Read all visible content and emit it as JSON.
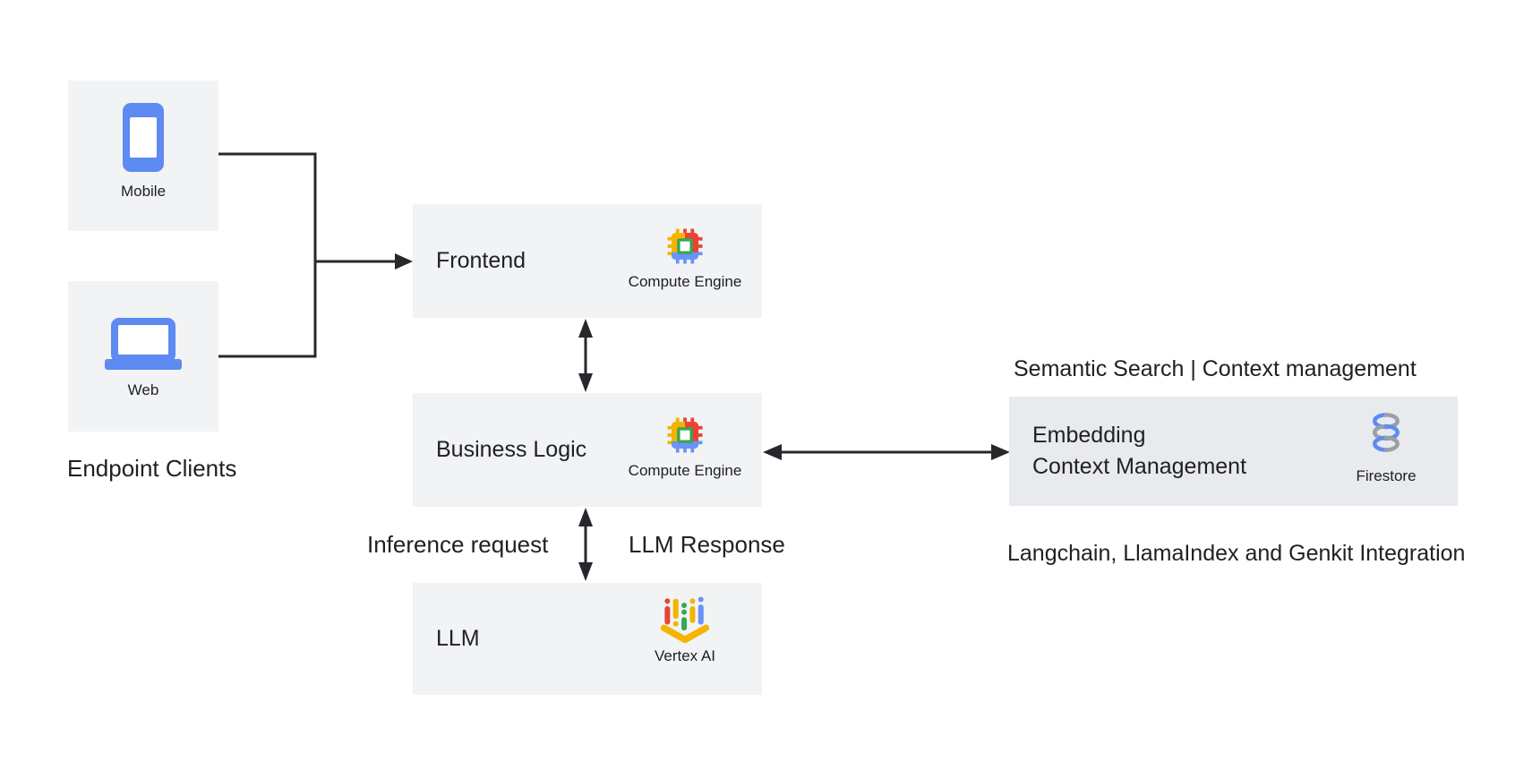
{
  "diagram": {
    "clients": {
      "group_label": "Endpoint Clients",
      "mobile_label": "Mobile",
      "web_label": "Web"
    },
    "nodes": {
      "frontend": {
        "title": "Frontend",
        "service": "Compute Engine"
      },
      "business": {
        "title": "Business Logic",
        "service": "Compute Engine"
      },
      "llm": {
        "title": "LLM",
        "service": "Vertex AI"
      },
      "embedding": {
        "title_line1": "Embedding",
        "title_line2": "Context Management",
        "service": "Firestore"
      }
    },
    "labels": {
      "semantic": "Semantic Search | Context management",
      "integration": "Langchain, LlamaIndex and Genkit Integration",
      "inference": "Inference request",
      "response": "LLM Response"
    },
    "icons": {
      "mobile": "smartphone-icon",
      "web": "laptop-icon",
      "compute_engine": "chip-icon",
      "vertex_ai": "vertex-ai-icon",
      "firestore": "database-cylinder-icon"
    },
    "colors": {
      "node_bg": "#f1f3f4",
      "embedding_bg": "#e8eaee",
      "icon_blue": "#5e8bf2",
      "arrow": "#26282c",
      "text": "#202124",
      "red": "#e94335",
      "yellow": "#f4b400",
      "green": "#34a853",
      "blue": "#6a93f8",
      "gray": "#9aa0a6"
    }
  }
}
